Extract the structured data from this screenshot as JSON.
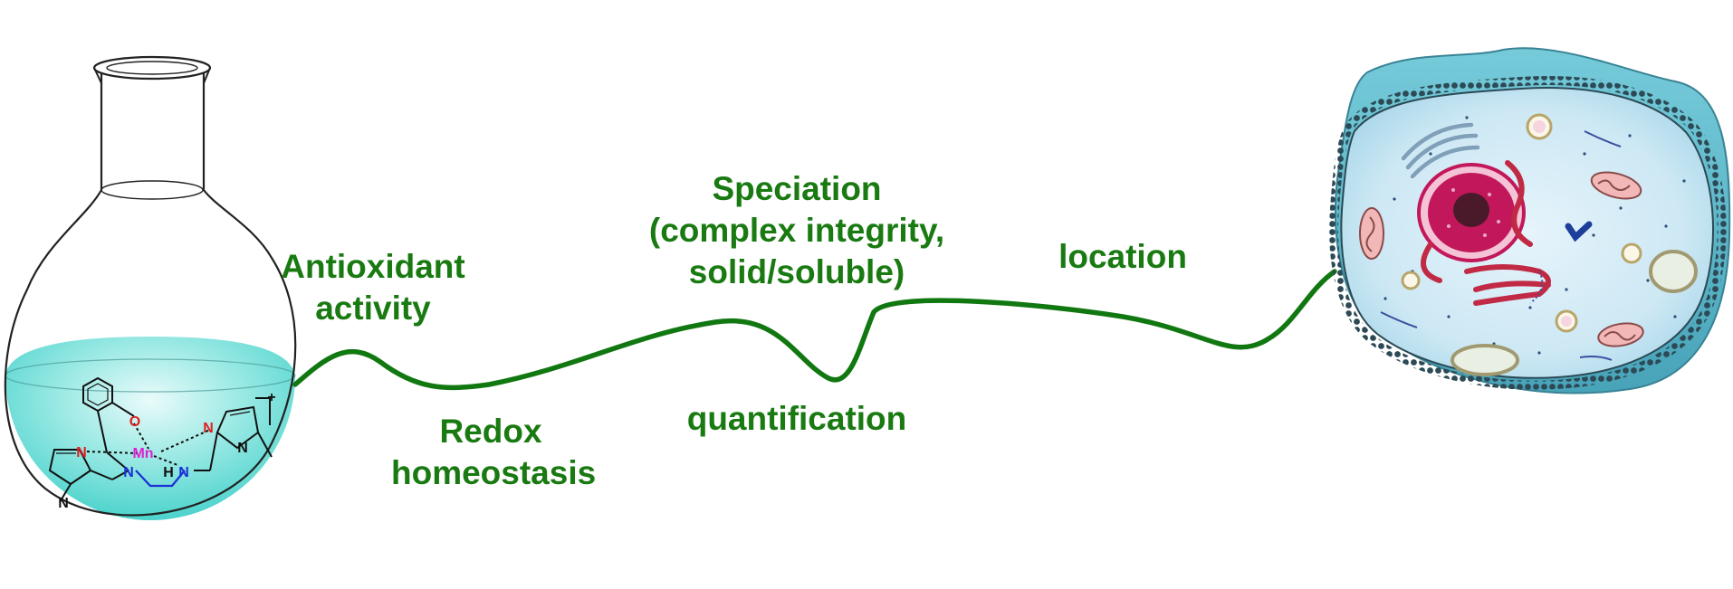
{
  "labels": {
    "antioxidant": [
      "Antioxidant",
      "activity"
    ],
    "redox": [
      "Redox",
      "homeostasis"
    ],
    "speciation": [
      "Speciation",
      "(complex integrity,",
      "solid/soluble)"
    ],
    "quantification": "quantification",
    "location": "location"
  },
  "molecule": {
    "metal": "Mn",
    "atoms": {
      "n_left": "N",
      "n_center": "N",
      "nh_h": "H",
      "nh_n": "N",
      "n_right": "N",
      "oxygen": "O",
      "n_methyl_left": "N",
      "n_methyl_right": "N"
    },
    "charge": "+"
  },
  "colors": {
    "label_green": "#1a7a12",
    "path_green": "#117811",
    "liquid_cyan": "#3fd4cf",
    "cell_membrane": "#2e4a54",
    "nucleus": "#c2185b",
    "metal_magenta": "#e020d0",
    "nitrogen_blue": "#1a2fd6",
    "atom_red": "#e02020"
  },
  "icons": [
    "round-bottom-flask-icon",
    "molecule-structure-icon",
    "eukaryotic-cell-icon"
  ]
}
